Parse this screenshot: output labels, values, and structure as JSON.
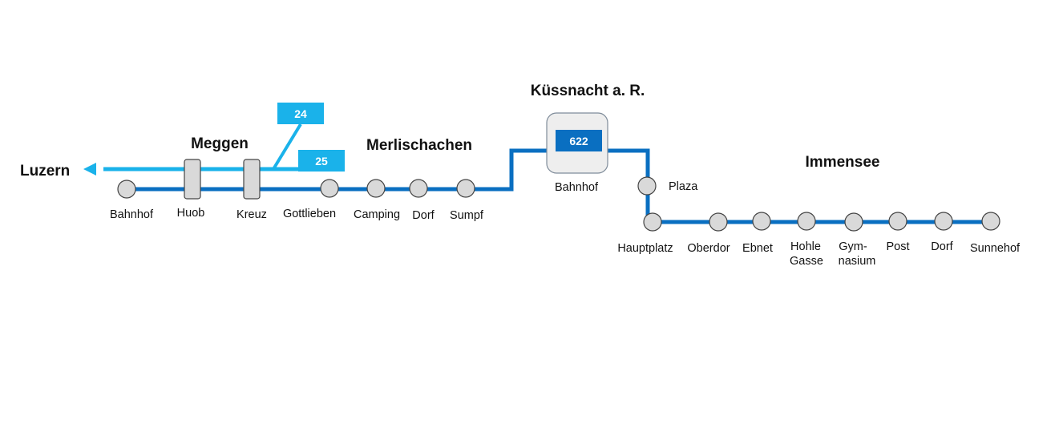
{
  "colors": {
    "line_dark": "#0a6fc1",
    "line_light": "#1ab2ea",
    "badge_622": "#0a6fc1",
    "badge_24_25": "#1ab2ea",
    "stop_fill": "#d9d9d9",
    "stop_stroke": "#444444",
    "hub_fill": "#eeeeee",
    "hub_stroke": "#7f8c9a"
  },
  "towns": {
    "luzern": "Luzern",
    "meggen": "Meggen",
    "merlischachen": "Merlischachen",
    "kuessnacht": "Küssnacht a. R.",
    "immensee": "Immensee"
  },
  "lines": {
    "line_24": "24",
    "line_25": "25",
    "line_622": "622"
  },
  "stops": {
    "bahnhof_meggen": "Bahnhof",
    "huob": "Huob",
    "kreuz": "Kreuz",
    "gottlieben": "Gottlieben",
    "camping": "Camping",
    "dorf_merlischachen": "Dorf",
    "sumpf": "Sumpf",
    "bahnhof_kuessnacht": "Bahnhof",
    "plaza": "Plaza",
    "hauptplatz": "Hauptplatz",
    "oberdor": "Oberdor",
    "ebnet": "Ebnet",
    "hohle_gasse_1": "Hohle",
    "hohle_gasse_2": "Gasse",
    "gymnasium_1": "Gym-",
    "gymnasium_2": "nasium",
    "post": "Post",
    "dorf_immensee": "Dorf",
    "sunnehof": "Sunnehof"
  }
}
